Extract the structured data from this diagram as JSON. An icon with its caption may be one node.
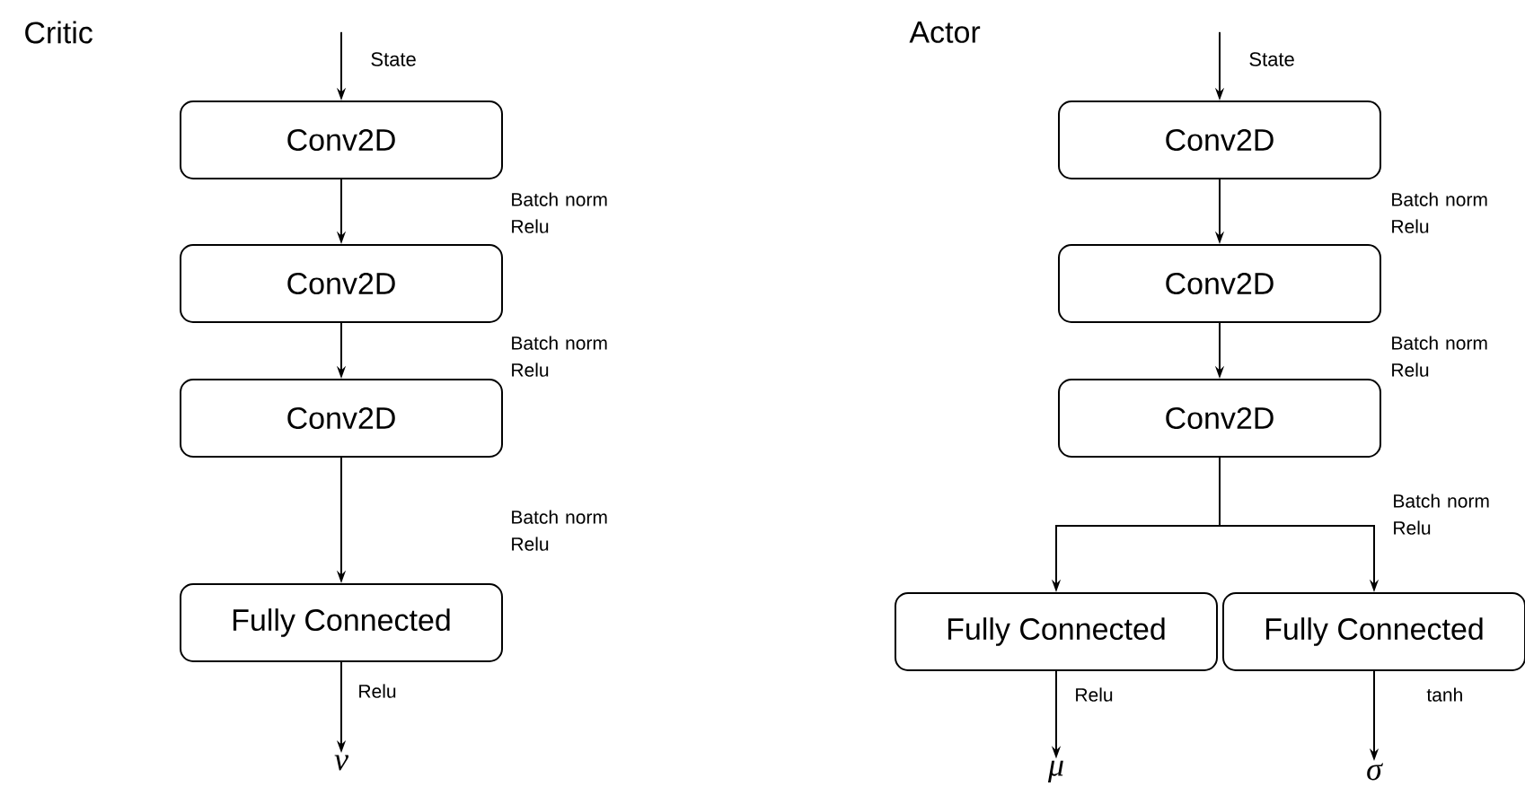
{
  "diagram": {
    "nodes": [
      {
        "text": [
          "State"
        ]
      },
      {
        "text": [
          "Conv2D"
        ],
        "beside": [
          "Batch norm Relu"
        ]
      },
      {
        "text": [
          "Conv2D"
        ],
        "beside": [
          "Batch norm Relu"
        ]
      },
      {
        "text": [
          "Conv2D"
        ],
        "beside": [
          "Batch norm Relu"
        ]
      },
      {
        "text": [
          "Fully Connected"
        ]
      },
      {
        "text": [
          "v"
        ]
      },
      {
        "text": [
          "State"
        ]
      },
      {
        "text": [
          "Conv2D"
        ],
        "beside": [
          "Batch norm Relu"
        ]
      },
      {
        "text": [
          "Conv2D"
        ],
        "beside": [
          "Batch norm Relu"
        ]
      },
      {
        "text": [
          "Conv2D"
        ]
      },
      {
        "text": [
          "Fully Connected"
        ]
      },
      {
        "text": [
          "Fully Connected"
        ]
      },
      {
        "text": [
          "μ"
        ]
      },
      {
        "text": [
          "σ"
        ]
      }
    ],
    "edges": [
      {
        "from": 0,
        "to": 1,
        "arrow": "to"
      },
      {
        "from": 1,
        "to": 2,
        "arrow": "to"
      },
      {
        "from": 2,
        "to": 3,
        "arrow": "to"
      },
      {
        "from": 3,
        "to": 4,
        "arrow": "to"
      },
      {
        "from": 4,
        "to": 5,
        "arrow": "to",
        "label": "Relu"
      },
      {
        "from": 6,
        "to": 7,
        "arrow": "to"
      },
      {
        "from": 7,
        "to": 8,
        "arrow": "to"
      },
      {
        "from": 8,
        "to": 9,
        "arrow": "to"
      },
      {
        "from": 9,
        "to": 10,
        "arrow": "to"
      },
      {
        "from": 9,
        "to": 11,
        "arrow": "to",
        "label": "Batch norm Relu"
      },
      {
        "from": 10,
        "to": 12,
        "arrow": "to",
        "label": "Relu"
      },
      {
        "from": 11,
        "to": 13,
        "arrow": "to",
        "label": "tanh"
      }
    ],
    "labels": [
      "Critic",
      "Actor"
    ]
  }
}
